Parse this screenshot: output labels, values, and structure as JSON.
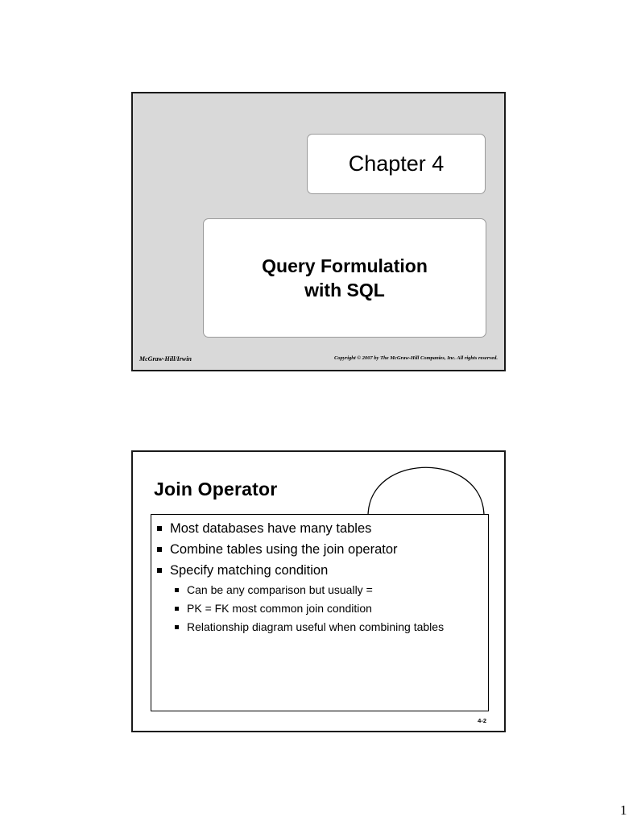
{
  "slide1": {
    "chapter": "Chapter 4",
    "title_line1": "Query Formulation",
    "title_line2": "with SQL",
    "publisher": "McGraw-Hill/Irwin",
    "copyright": "Copyright © 2007 by The McGraw-Hill Companies, Inc. All rights reserved."
  },
  "slide2": {
    "title": "Join Operator",
    "bullets": [
      "Most databases have many tables",
      "Combine tables using the join operator",
      "Specify matching condition"
    ],
    "sub_bullets": [
      "Can be any comparison but usually =",
      "PK = FK most common join condition",
      "Relationship diagram useful when combining tables"
    ],
    "slide_number": "4-2"
  },
  "page_number": "1"
}
